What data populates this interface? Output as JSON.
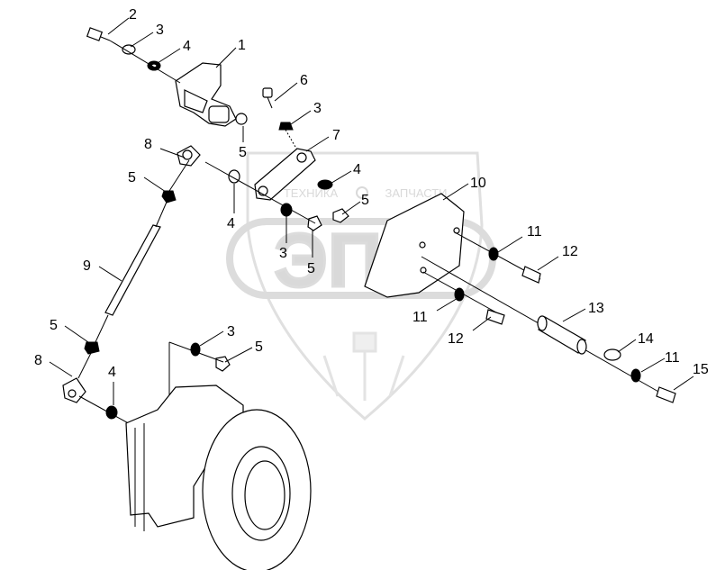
{
  "watermark": {
    "brand_line1": "ТЕХНИКА",
    "brand_line2": "ЗАПЧАСТИ",
    "logo": "ЭПФ"
  },
  "callouts": [
    "2",
    "3",
    "4",
    "1",
    "5",
    "6",
    "3",
    "7",
    "8",
    "5",
    "4",
    "5",
    "4",
    "3",
    "5",
    "10",
    "11",
    "12",
    "9",
    "11",
    "12",
    "13",
    "5",
    "3",
    "5",
    "14",
    "8",
    "4",
    "11",
    "15"
  ],
  "colors": {
    "line": "#000000",
    "watermark": "#d9d9d9"
  }
}
